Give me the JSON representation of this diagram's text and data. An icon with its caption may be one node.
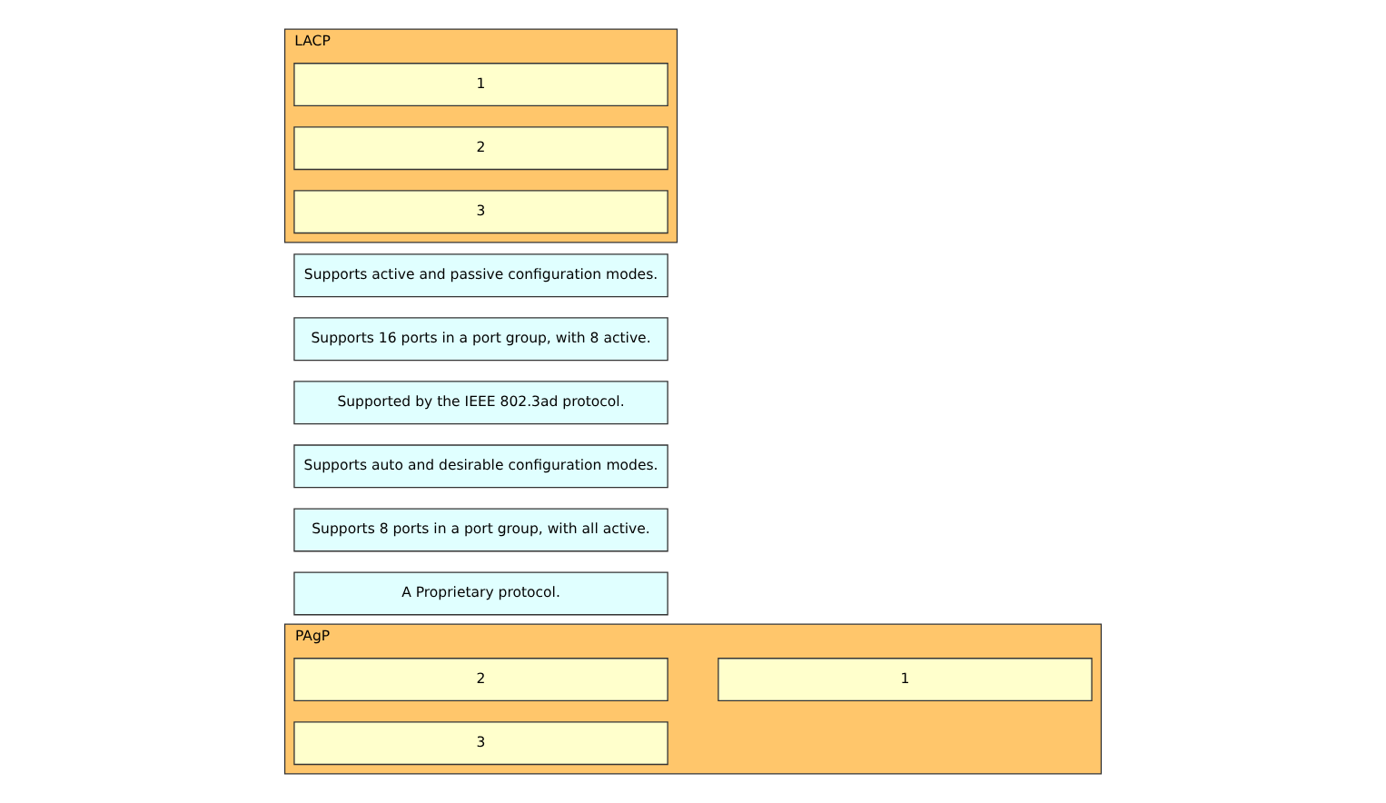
{
  "diagram": {
    "nodes": [
      {
        "text": [
          "A Proprietary protocol."
        ]
      },
      {
        "text": [
          "Supports 8 ports in a port group, with all active."
        ]
      },
      {
        "text": [
          "Supports auto and desirable configuration modes."
        ]
      },
      {
        "text": [
          "Supported by the IEEE 802.3ad protocol."
        ]
      },
      {
        "text": [
          "Supports 16 ports in a port group, with 8 active."
        ]
      },
      {
        "text": [
          "Supports active and passive configuration modes."
        ]
      },
      {
        "text": [
          "PAgP"
        ]
      },
      {
        "text": [
          "1"
        ],
        "in": 6
      },
      {
        "text": [
          "2"
        ],
        "in": 6
      },
      {
        "text": [
          "3"
        ],
        "in": 6
      },
      {
        "text": [
          "LACP"
        ]
      },
      {
        "text": [
          "1"
        ],
        "in": 10
      },
      {
        "text": [
          "2"
        ],
        "in": 10
      },
      {
        "text": [
          "3"
        ],
        "in": 10
      }
    ],
    "edges": []
  }
}
